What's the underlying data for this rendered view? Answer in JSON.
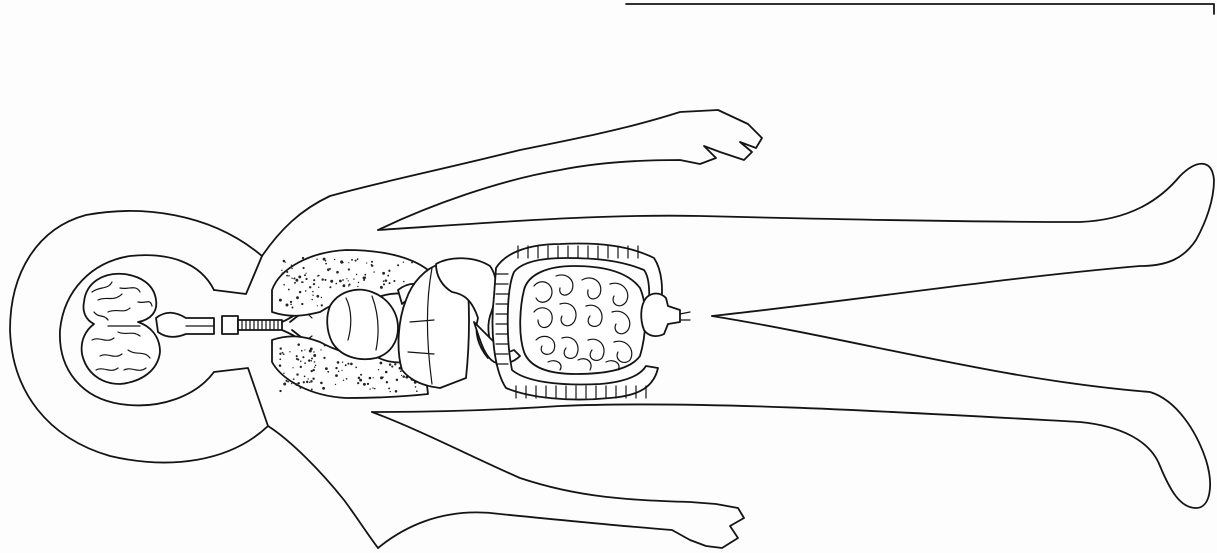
{
  "figure": {
    "type": "anatomical-line-drawing",
    "orientation": "lying-horizontal-head-left",
    "style": "black ink outline on white",
    "ink_color": "#141414",
    "background_color": "#fdfdfd",
    "organs_shown": [
      "brain-icon",
      "spinal-cord-icon",
      "trachea-icon",
      "lungs-icon",
      "heart-icon",
      "liver-icon",
      "stomach-icon",
      "small-intestine-icon",
      "large-intestine-icon",
      "bladder-icon"
    ],
    "labels": []
  }
}
